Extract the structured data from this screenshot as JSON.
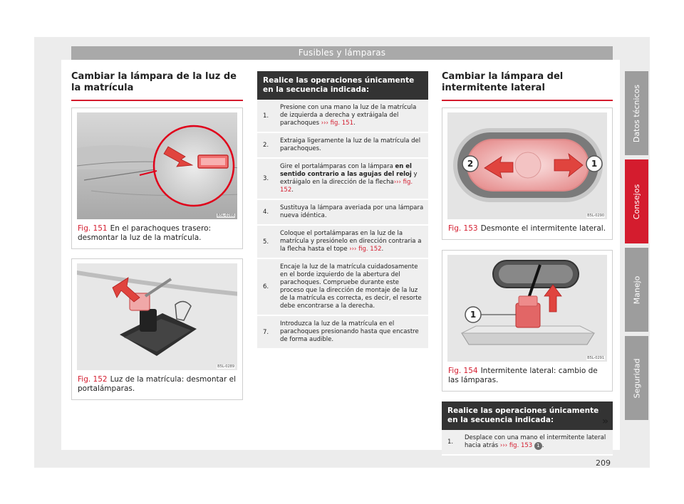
{
  "header": {
    "title": "Fusibles y lámparas"
  },
  "col1": {
    "section_title": "Cambiar la lámpara de la luz de la matrícula",
    "fig151": {
      "code": "B5L-0288",
      "num": "Fig. 151",
      "caption": "En el parachoques trasero: desmon­tar la luz de la matrícula."
    },
    "fig152": {
      "code": "B5L-0289",
      "num": "Fig. 152",
      "caption": "Luz de la matrícula: desmontar el portalámparas."
    }
  },
  "col2": {
    "table_header": "Realice las operaciones únicamente en la se­cuencia indicada:",
    "steps": [
      {
        "num": "1.",
        "text": "Presione con una mano la luz de la matrícula de iz­quierda a derecha y extráigala del parachoques",
        "ref": "››› fig. 151",
        "end": "."
      },
      {
        "num": "2.",
        "text": "Extraiga ligeramente la luz de la matrícula del pa­rachoques."
      },
      {
        "num": "3.",
        "pre": "Gire el portalámparas con la lámpara ",
        "bold": "en el sentido contrario a las agujas del reloj",
        "post": " y extráigalo en la dirección de la flecha",
        "ref": "››› fig. 152",
        "end": "."
      },
      {
        "num": "4.",
        "text": "Sustituya la lámpara averiada por una lámpara nueva idéntica."
      },
      {
        "num": "5.",
        "text": "Coloque el portalámparas en la luz de la matrícula y presiónelo en dirección contraria a la flecha has­ta el tope",
        "ref": "››› fig. 152",
        "end": "."
      },
      {
        "num": "6.",
        "text": "Encaje la luz de la matrícula cuidadosamente en el borde izquierdo de la abertura del parachoques. Compruebe durante este proceso que la dirección de montaje de la luz de la matrícula es correcta, es decir, el resorte debe encontrarse a la derecha."
      },
      {
        "num": "7.",
        "text": "Introduzca la luz de la matrícula en el parachoques presionando hasta que encastre de forma audible."
      }
    ]
  },
  "col3": {
    "section_title": "Cambiar la lámpara del intermitente lateral",
    "fig153": {
      "code": "B5L-0290",
      "num": "Fig. 153",
      "caption": "Desmonte el intermitente lateral.",
      "label_left": "2",
      "label_right": "1"
    },
    "fig154": {
      "code": "B5L-0291",
      "num": "Fig. 154",
      "caption": "Intermitente lateral: cambio de las lámparas.",
      "label": "1"
    },
    "table_header": "Realice las operaciones únicamente en la se­cuencia indicada:",
    "step1": {
      "num": "1.",
      "text": "Desplace con una mano el intermitente lateral ha­cia atrás",
      "ref": "››› fig. 153",
      "circle": "1",
      "end": "."
    }
  },
  "side_tabs": [
    "Datos técnicos",
    "Consejos",
    "Manejo",
    "Seguridad"
  ],
  "next_mark": "»",
  "page_number": "209",
  "colors": {
    "accent": "#d41c2e",
    "tab": "#9d9d9d",
    "header_bar": "#a9a9a9",
    "table_header": "#333333"
  }
}
